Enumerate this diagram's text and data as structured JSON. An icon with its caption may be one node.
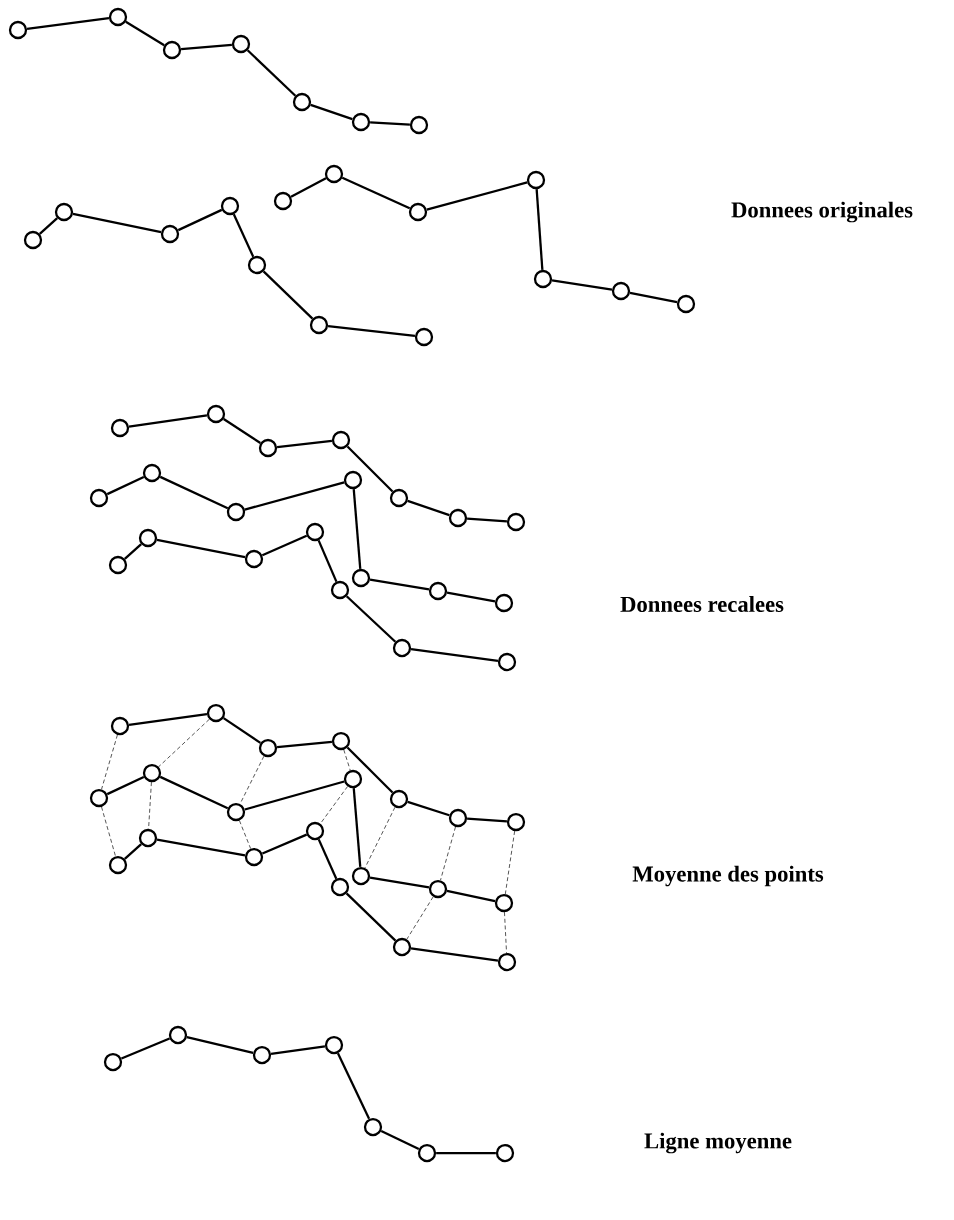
{
  "diagram": {
    "nodes": [
      {
        "text": [],
        "shape": "circle"
      },
      {
        "text": [],
        "shape": "circle"
      },
      {
        "text": [],
        "shape": "circle"
      },
      {
        "text": [],
        "shape": "circle"
      },
      {
        "text": [],
        "shape": "circle"
      },
      {
        "text": [],
        "shape": "circle"
      },
      {
        "text": [],
        "shape": "circle"
      },
      {
        "text": [],
        "shape": "circle"
      },
      {
        "text": [],
        "shape": "circle"
      },
      {
        "text": [],
        "shape": "circle"
      },
      {
        "text": [],
        "shape": "circle"
      },
      {
        "text": [],
        "shape": "circle"
      },
      {
        "text": [],
        "shape": "circle"
      },
      {
        "text": [],
        "shape": "circle"
      },
      {
        "text": [],
        "shape": "circle"
      },
      {
        "text": [],
        "shape": "circle"
      },
      {
        "text": [],
        "shape": "circle"
      },
      {
        "text": [],
        "shape": "circle"
      },
      {
        "text": [],
        "shape": "circle"
      },
      {
        "text": [],
        "shape": "circle"
      },
      {
        "text": [],
        "shape": "circle"
      },
      {
        "text": [],
        "shape": "circle"
      },
      {
        "text": [],
        "shape": "circle"
      },
      {
        "text": [],
        "shape": "circle"
      },
      {
        "text": [],
        "shape": "circle"
      },
      {
        "text": [],
        "shape": "circle"
      },
      {
        "text": [],
        "shape": "circle"
      },
      {
        "text": [],
        "shape": "circle"
      },
      {
        "text": [],
        "shape": "circle"
      },
      {
        "text": [],
        "shape": "circle"
      },
      {
        "text": [],
        "shape": "circle"
      },
      {
        "text": [],
        "shape": "circle"
      },
      {
        "text": [],
        "shape": "circle"
      },
      {
        "text": [],
        "shape": "circle"
      },
      {
        "text": [],
        "shape": "circle"
      },
      {
        "text": [],
        "shape": "circle"
      },
      {
        "text": [],
        "shape": "circle"
      },
      {
        "text": [],
        "shape": "circle"
      },
      {
        "text": [],
        "shape": "circle"
      },
      {
        "text": [],
        "shape": "circle"
      },
      {
        "text": [],
        "shape": "circle"
      },
      {
        "text": [],
        "shape": "circle"
      },
      {
        "text": [],
        "shape": "circle"
      },
      {
        "text": [],
        "shape": "circle"
      },
      {
        "text": [],
        "shape": "circle"
      },
      {
        "text": [],
        "shape": "circle"
      },
      {
        "text": [],
        "shape": "circle"
      },
      {
        "text": [],
        "shape": "circle"
      },
      {
        "text": [],
        "shape": "circle"
      },
      {
        "text": [],
        "shape": "circle"
      },
      {
        "text": [],
        "shape": "circle"
      },
      {
        "text": [],
        "shape": "circle"
      },
      {
        "text": [],
        "shape": "circle"
      },
      {
        "text": [],
        "shape": "circle"
      },
      {
        "text": [],
        "shape": "circle"
      },
      {
        "text": [],
        "shape": "circle"
      },
      {
        "text": [],
        "shape": "circle"
      },
      {
        "text": [],
        "shape": "circle"
      },
      {
        "text": [],
        "shape": "circle"
      },
      {
        "text": [],
        "shape": "circle"
      },
      {
        "text": [],
        "shape": "circle"
      },
      {
        "text": [],
        "shape": "circle"
      },
      {
        "text": [],
        "shape": "circle"
      },
      {
        "text": [],
        "shape": "circle"
      },
      {
        "text": [],
        "shape": "circle"
      },
      {
        "text": [],
        "shape": "circle"
      },
      {
        "text": [],
        "shape": "circle"
      },
      {
        "text": [],
        "shape": "circle"
      },
      {
        "text": [],
        "shape": "circle"
      },
      {
        "text": [],
        "shape": "circle"
      }
    ],
    "edges": [
      {
        "from": 0,
        "to": 1,
        "arrow": "none"
      },
      {
        "from": 1,
        "to": 2,
        "arrow": "none"
      },
      {
        "from": 2,
        "to": 3,
        "arrow": "none"
      },
      {
        "from": 3,
        "to": 4,
        "arrow": "none"
      },
      {
        "from": 4,
        "to": 5,
        "arrow": "none"
      },
      {
        "from": 5,
        "to": 6,
        "arrow": "none"
      },
      {
        "from": 7,
        "to": 8,
        "arrow": "none"
      },
      {
        "from": 8,
        "to": 9,
        "arrow": "none"
      },
      {
        "from": 9,
        "to": 10,
        "arrow": "none"
      },
      {
        "from": 10,
        "to": 11,
        "arrow": "none"
      },
      {
        "from": 11,
        "to": 12,
        "arrow": "none"
      },
      {
        "from": 12,
        "to": 13,
        "arrow": "none"
      },
      {
        "from": 14,
        "to": 15,
        "arrow": "none"
      },
      {
        "from": 15,
        "to": 16,
        "arrow": "none"
      },
      {
        "from": 16,
        "to": 17,
        "arrow": "none"
      },
      {
        "from": 17,
        "to": 18,
        "arrow": "none"
      },
      {
        "from": 18,
        "to": 19,
        "arrow": "none"
      },
      {
        "from": 19,
        "to": 20,
        "arrow": "none"
      },
      {
        "from": 21,
        "to": 22,
        "arrow": "none"
      },
      {
        "from": 22,
        "to": 23,
        "arrow": "none"
      },
      {
        "from": 23,
        "to": 24,
        "arrow": "none"
      },
      {
        "from": 24,
        "to": 25,
        "arrow": "none"
      },
      {
        "from": 25,
        "to": 26,
        "arrow": "none"
      },
      {
        "from": 26,
        "to": 27,
        "arrow": "none"
      },
      {
        "from": 28,
        "to": 29,
        "arrow": "none"
      },
      {
        "from": 29,
        "to": 30,
        "arrow": "none"
      },
      {
        "from": 30,
        "to": 31,
        "arrow": "none"
      },
      {
        "from": 31,
        "to": 32,
        "arrow": "none"
      },
      {
        "from": 32,
        "to": 33,
        "arrow": "none"
      },
      {
        "from": 33,
        "to": 34,
        "arrow": "none"
      },
      {
        "from": 35,
        "to": 36,
        "arrow": "none"
      },
      {
        "from": 36,
        "to": 37,
        "arrow": "none"
      },
      {
        "from": 37,
        "to": 38,
        "arrow": "none"
      },
      {
        "from": 38,
        "to": 39,
        "arrow": "none"
      },
      {
        "from": 39,
        "to": 40,
        "arrow": "none"
      },
      {
        "from": 40,
        "to": 41,
        "arrow": "none"
      },
      {
        "from": 42,
        "to": 43,
        "arrow": "none"
      },
      {
        "from": 43,
        "to": 44,
        "arrow": "none"
      },
      {
        "from": 44,
        "to": 45,
        "arrow": "none"
      },
      {
        "from": 45,
        "to": 46,
        "arrow": "none"
      },
      {
        "from": 46,
        "to": 47,
        "arrow": "none"
      },
      {
        "from": 47,
        "to": 48,
        "arrow": "none"
      },
      {
        "from": 49,
        "to": 50,
        "arrow": "none"
      },
      {
        "from": 50,
        "to": 51,
        "arrow": "none"
      },
      {
        "from": 51,
        "to": 52,
        "arrow": "none"
      },
      {
        "from": 52,
        "to": 53,
        "arrow": "none"
      },
      {
        "from": 53,
        "to": 54,
        "arrow": "none"
      },
      {
        "from": 54,
        "to": 55,
        "arrow": "none"
      },
      {
        "from": 56,
        "to": 57,
        "arrow": "none"
      },
      {
        "from": 57,
        "to": 58,
        "arrow": "none"
      },
      {
        "from": 58,
        "to": 59,
        "arrow": "none"
      },
      {
        "from": 59,
        "to": 60,
        "arrow": "none"
      },
      {
        "from": 60,
        "to": 61,
        "arrow": "none"
      },
      {
        "from": 61,
        "to": 62,
        "arrow": "none"
      },
      {
        "from": 63,
        "to": 64,
        "arrow": "none"
      },
      {
        "from": 64,
        "to": 65,
        "arrow": "none"
      },
      {
        "from": 65,
        "to": 66,
        "arrow": "none"
      },
      {
        "from": 66,
        "to": 67,
        "arrow": "none"
      },
      {
        "from": 67,
        "to": 68,
        "arrow": "none"
      },
      {
        "from": 68,
        "to": 69,
        "arrow": "none"
      },
      {
        "from": 42,
        "to": 49,
        "arrow": "none",
        "style": "dashed"
      },
      {
        "from": 49,
        "to": 56,
        "arrow": "none",
        "style": "dashed"
      },
      {
        "from": 43,
        "to": 50,
        "arrow": "none",
        "style": "dashed"
      },
      {
        "from": 50,
        "to": 57,
        "arrow": "none",
        "style": "dashed"
      },
      {
        "from": 44,
        "to": 51,
        "arrow": "none",
        "style": "dashed"
      },
      {
        "from": 51,
        "to": 58,
        "arrow": "none",
        "style": "dashed"
      },
      {
        "from": 45,
        "to": 52,
        "arrow": "none",
        "style": "dashed"
      },
      {
        "from": 52,
        "to": 59,
        "arrow": "none",
        "style": "dashed"
      },
      {
        "from": 46,
        "to": 53,
        "arrow": "none",
        "style": "dashed"
      },
      {
        "from": 47,
        "to": 54,
        "arrow": "none",
        "style": "dashed"
      },
      {
        "from": 54,
        "to": 61,
        "arrow": "none",
        "style": "dashed"
      },
      {
        "from": 48,
        "to": 55,
        "arrow": "none",
        "style": "dashed"
      },
      {
        "from": 55,
        "to": 62,
        "arrow": "none",
        "style": "dashed"
      }
    ],
    "labels": [
      "Donnees originales",
      "Donnees recalees",
      "Moyenne des points",
      "Ligne moyenne"
    ]
  }
}
